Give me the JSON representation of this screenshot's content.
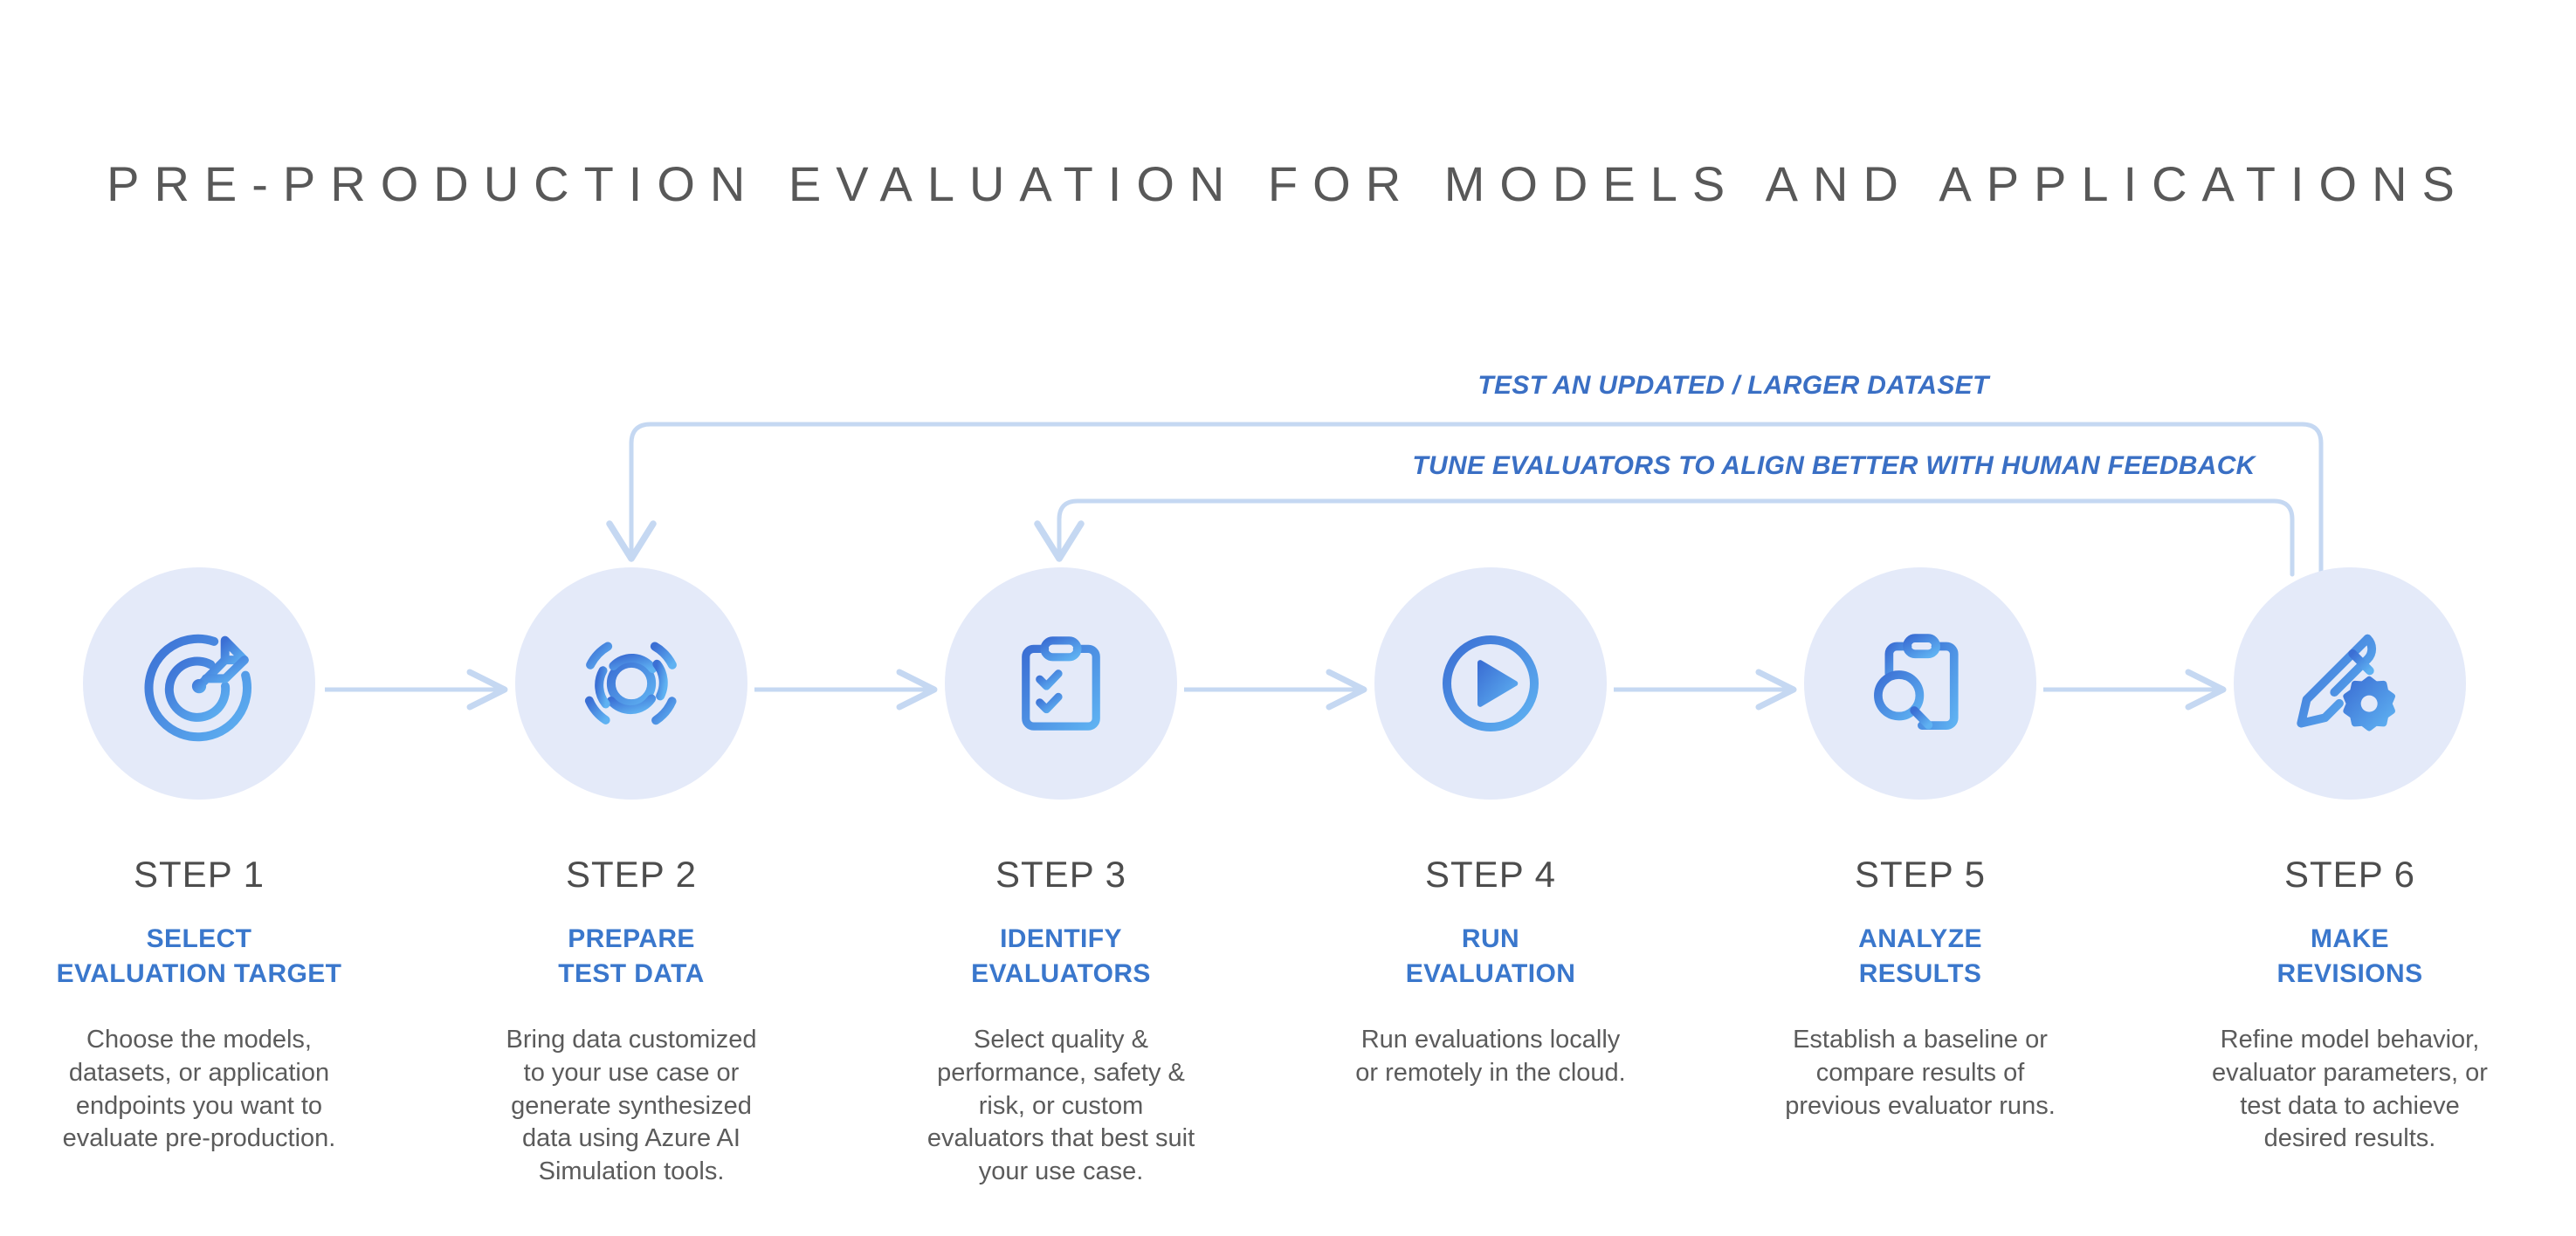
{
  "page": {
    "title": "PRE-PRODUCTION EVALUATION FOR MODELS AND APPLICATIONS",
    "background_color": "#ffffff"
  },
  "colors": {
    "title_text": "#585858",
    "circle_fill": "#e4eaf9",
    "connector": "#c5d8f2",
    "heading_blue": "#3a77cc",
    "loop_text_blue": "#3a6fc4",
    "body_text": "#5b5b5b",
    "icon_gradient_start": "#3b6fd4",
    "icon_gradient_end": "#5fb2f2"
  },
  "feedback_loops": [
    {
      "id": "loop-updated-dataset",
      "label": "TEST AN UPDATED / LARGER DATASET",
      "from_step": 6,
      "to_step": 2
    },
    {
      "id": "loop-tune-evaluators",
      "label": "TUNE EVALUATORS TO ALIGN BETTER WITH HUMAN FEEDBACK",
      "from_step": 6,
      "to_step": 3
    }
  ],
  "steps": [
    {
      "number": "STEP 1",
      "icon": "target-arrow-icon",
      "title": [
        "SELECT",
        "EVALUATION TARGET"
      ],
      "description": [
        "Choose the models,",
        "datasets, or application",
        "endpoints you want to",
        "evaluate pre-production."
      ]
    },
    {
      "number": "STEP 2",
      "icon": "radar-rings-icon",
      "title": [
        "PREPARE",
        "TEST DATA"
      ],
      "description": [
        "Bring data customized",
        "to your use case or",
        "generate synthesized",
        "data using Azure AI",
        "Simulation tools."
      ]
    },
    {
      "number": "STEP 3",
      "icon": "clipboard-checklist-icon",
      "title": [
        "IDENTIFY",
        "EVALUATORS"
      ],
      "description": [
        "Select quality &",
        "performance, safety &",
        "risk, or custom",
        "evaluators that best suit",
        "your use case."
      ]
    },
    {
      "number": "STEP 4",
      "icon": "play-circle-icon",
      "title": [
        "RUN",
        "EVALUATION"
      ],
      "description": [
        "Run evaluations locally",
        "or remotely in the cloud."
      ]
    },
    {
      "number": "STEP 5",
      "icon": "clipboard-search-icon",
      "title": [
        "ANALYZE",
        "RESULTS"
      ],
      "description": [
        "Establish a baseline or",
        "compare results of",
        "previous evaluator runs."
      ]
    },
    {
      "number": "STEP 6",
      "icon": "pencil-gear-icon",
      "title": [
        "MAKE",
        "REVISIONS"
      ],
      "description": [
        "Refine model behavior,",
        "evaluator parameters, or",
        "test data to achieve",
        "desired results."
      ]
    }
  ]
}
